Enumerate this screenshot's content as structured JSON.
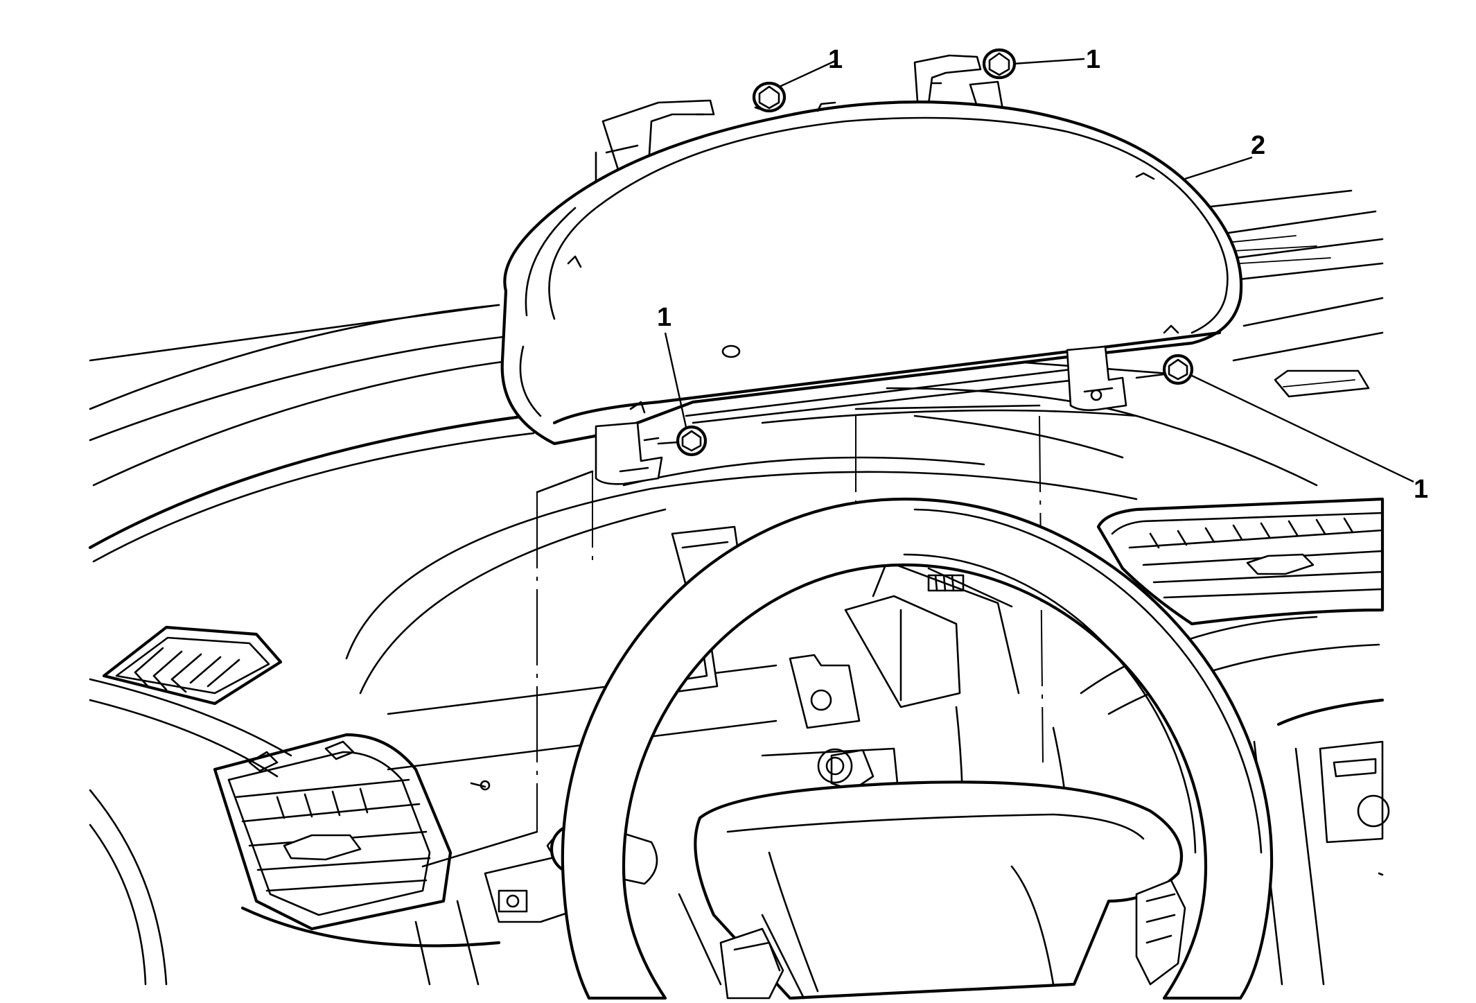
{
  "callouts": [
    {
      "id": "bolt-top-left",
      "label": "1"
    },
    {
      "id": "bolt-top-right",
      "label": "1"
    },
    {
      "id": "cluster",
      "label": "2"
    },
    {
      "id": "bolt-lower-left",
      "label": "1"
    },
    {
      "id": "bolt-lower-right",
      "label": "1"
    }
  ]
}
